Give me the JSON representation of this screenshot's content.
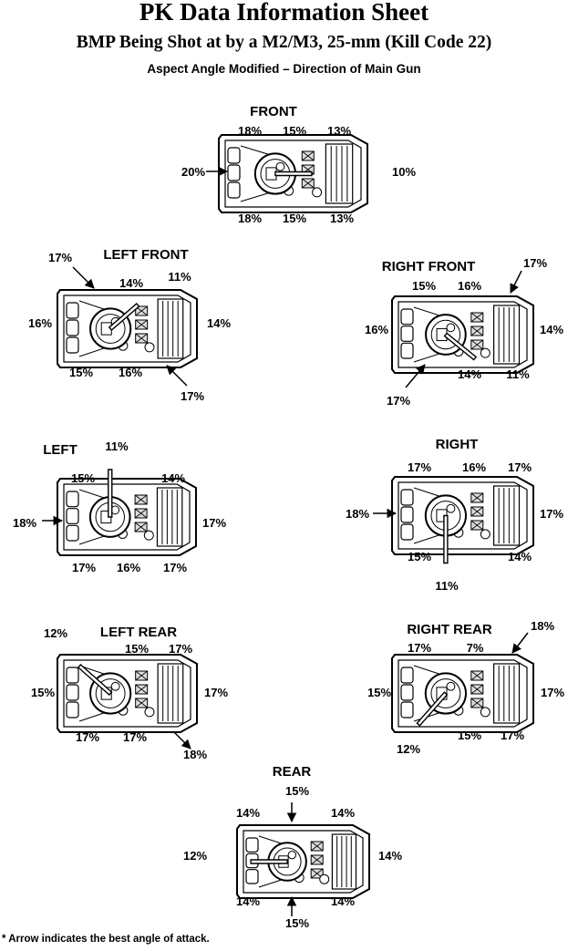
{
  "header": {
    "title": "PK Data Information Sheet",
    "subtitle": "BMP Being Shot at by a M2/M3, 25-mm (Kill Code 22)",
    "subsubtitle": "Aspect Angle Modified – Direction of Main Gun"
  },
  "panels": [
    {
      "id": "front",
      "title": "FRONT",
      "gun_direction": "right",
      "labels": [
        "18%",
        "15%",
        "13%",
        "20%",
        "10%",
        "18%",
        "15%",
        "13%"
      ]
    },
    {
      "id": "left-front",
      "title": "LEFT FRONT",
      "gun_direction": "upper-right",
      "labels": [
        "17%",
        "14%",
        "11%",
        "16%",
        "14%",
        "15%",
        "16%",
        "17%"
      ]
    },
    {
      "id": "right-front",
      "title": "RIGHT FRONT",
      "gun_direction": "lower-right",
      "labels": [
        "17%",
        "15%",
        "16%",
        "16%",
        "14%",
        "14%",
        "11%",
        "17%"
      ]
    },
    {
      "id": "left",
      "title": "LEFT",
      "gun_direction": "up",
      "labels": [
        "11%",
        "15%",
        "14%",
        "18%",
        "17%",
        "17%",
        "16%",
        "17%"
      ]
    },
    {
      "id": "right",
      "title": "RIGHT",
      "gun_direction": "down",
      "labels": [
        "17%",
        "16%",
        "17%",
        "18%",
        "17%",
        "15%",
        "14%",
        "11%"
      ]
    },
    {
      "id": "left-rear",
      "title": "LEFT REAR",
      "gun_direction": "upper-left",
      "labels": [
        "12%",
        "15%",
        "17%",
        "15%",
        "17%",
        "17%",
        "17%",
        "18%"
      ]
    },
    {
      "id": "right-rear",
      "title": "RIGHT REAR",
      "gun_direction": "lower-left",
      "labels": [
        "18%",
        "17%",
        "7%",
        "15%",
        "17%",
        "12%",
        "15%",
        "17%"
      ]
    },
    {
      "id": "rear",
      "title": "REAR",
      "gun_direction": "left",
      "labels": [
        "15%",
        "14%",
        "14%",
        "12%",
        "14%",
        "14%",
        "14%",
        "15%"
      ]
    }
  ],
  "footnote": "* Arrow indicates the best angle of attack."
}
